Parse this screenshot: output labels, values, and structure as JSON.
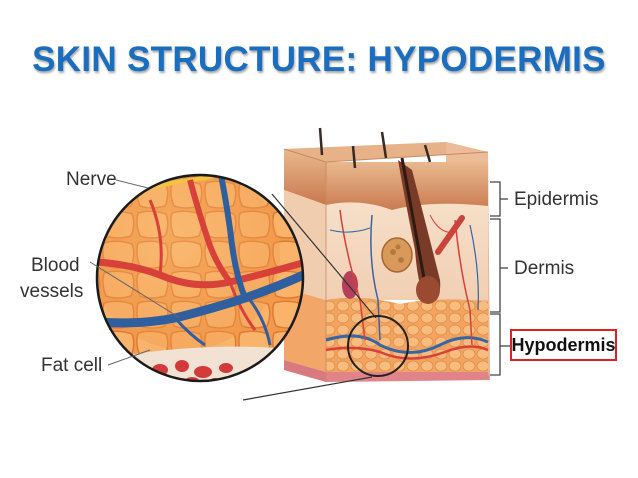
{
  "title": "SKIN STRUCTURE: HYPODERMIS",
  "labels": {
    "nerve": "Nerve",
    "blood_vessels_line1": "Blood",
    "blood_vessels_line2": "vessels",
    "fat_cell": "Fat cell",
    "epidermis": "Epidermis",
    "dermis": "Dermis",
    "hypodermis": "Hypodermis"
  },
  "colors": {
    "title": "#1a6dbf",
    "highlight_border": "#dd2222",
    "fat": "#f3a050",
    "vein": "#2f5f9e",
    "artery": "#d8403a",
    "nerve": "#f2c440"
  }
}
